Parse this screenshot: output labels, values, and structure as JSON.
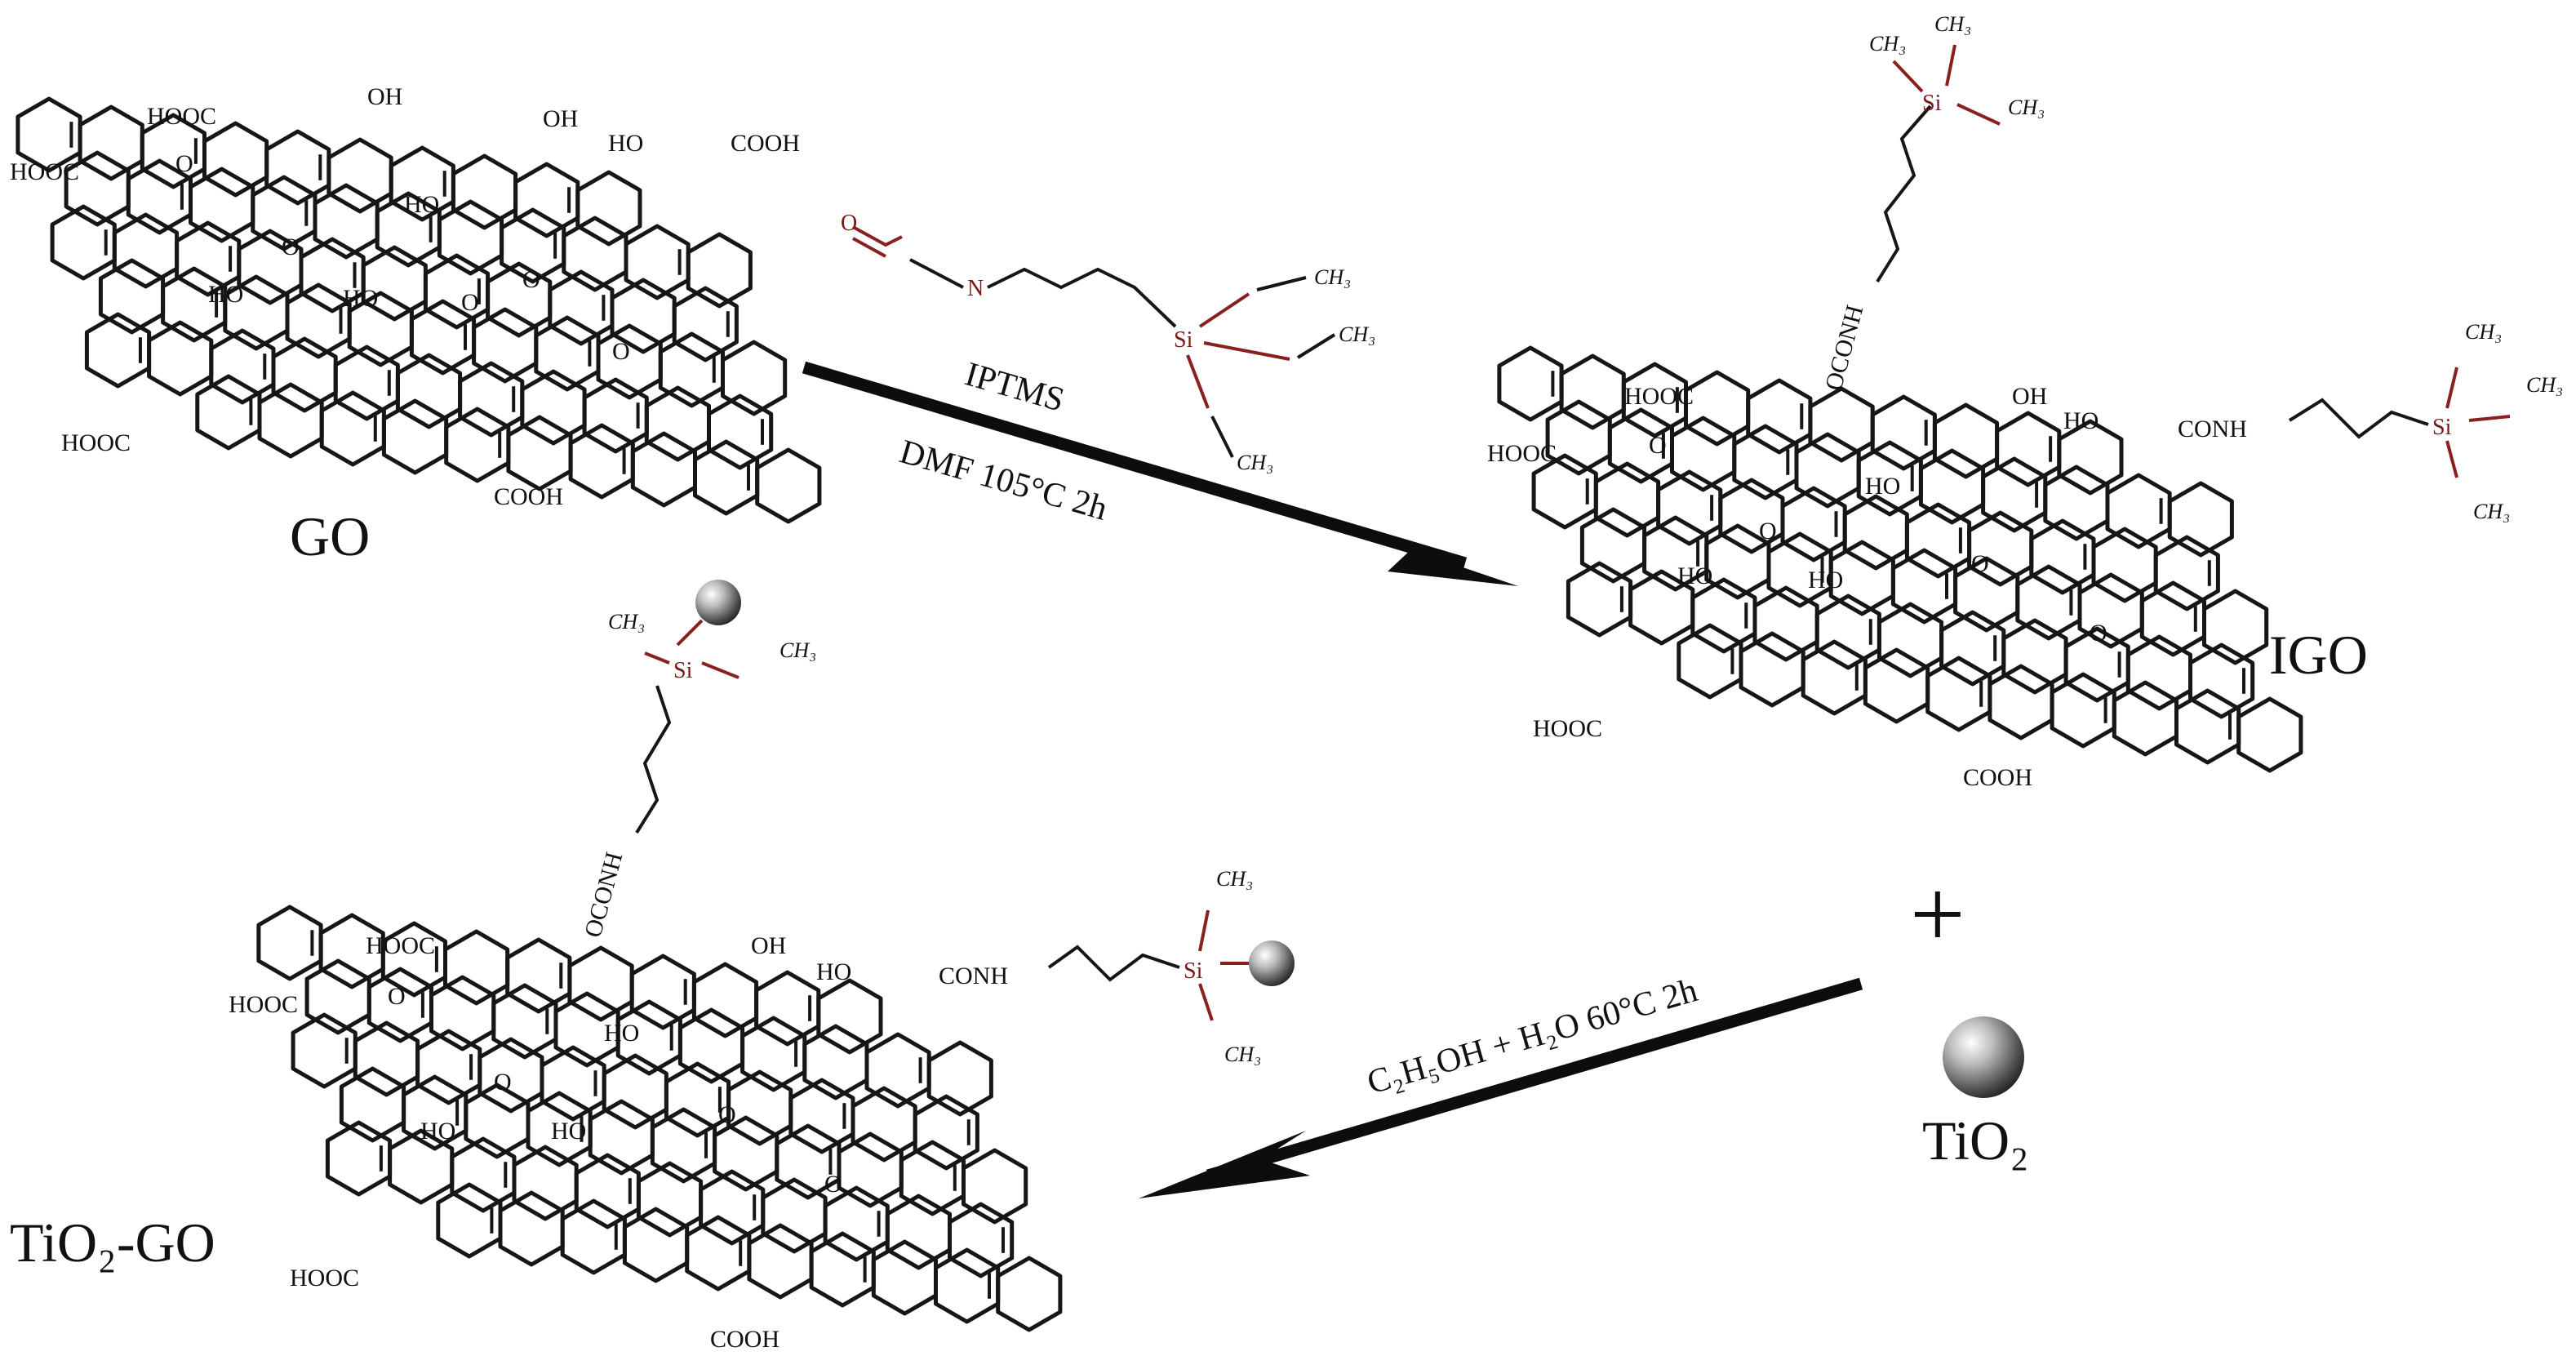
{
  "labels": {
    "go": "GO",
    "igo": "IGO",
    "tio2_go": "TiO₂-GO",
    "tio2": "TiO₂",
    "plus": "+"
  },
  "reagent": {
    "name": "IPTMS",
    "solvent_temp_time": "DMF   105°C  2h",
    "n": "N",
    "o": "O",
    "si": "Si",
    "ch3": "CH₃"
  },
  "step2": {
    "conditions": "C₂H₅OH + H₂O    60°C  2h"
  },
  "groups": {
    "cooh": "COOH",
    "hooc": "HOOC",
    "oh": "OH",
    "ho": "HO",
    "o": "O",
    "oconh": "OCONH",
    "conh": "CONH",
    "si": "Si",
    "ch3": "CH₃"
  },
  "colors": {
    "bond": "#161616",
    "silane_bond": "#8a1f1f",
    "arrow": "#0d0d0d",
    "particle_light": "#f2f2f2",
    "particle_dark": "#3a3a3a"
  }
}
